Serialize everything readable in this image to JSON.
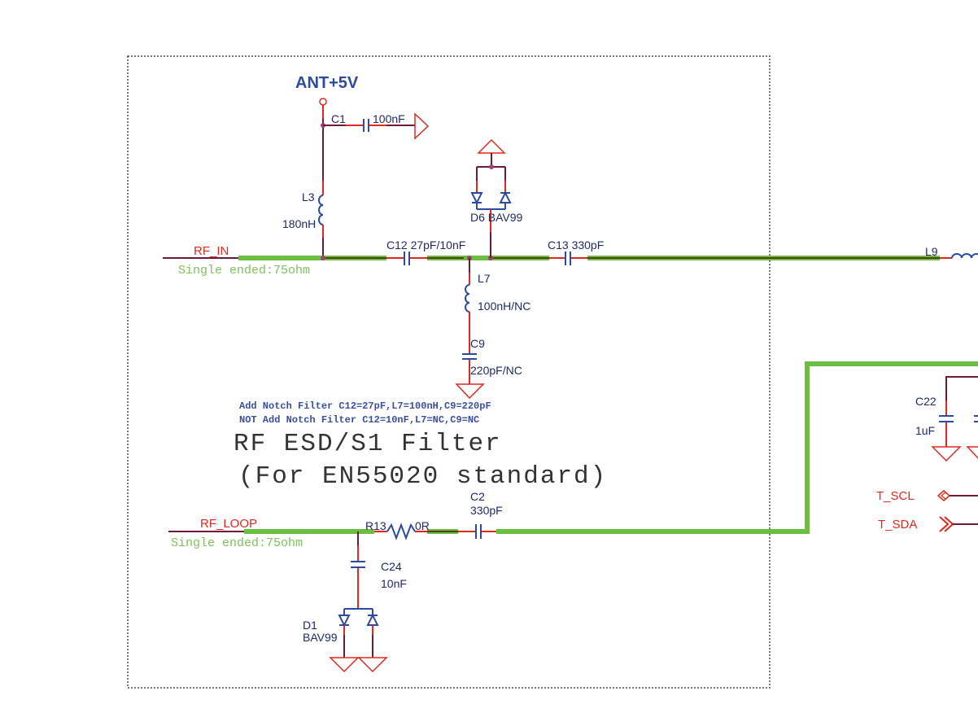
{
  "power": {
    "ant": "ANT+5V"
  },
  "components": {
    "c1": {
      "ref": "C1",
      "value": "100nF"
    },
    "l3": {
      "ref": "L3",
      "value": "180nH"
    },
    "c12": {
      "ref": "C12",
      "value": "27pF/10nF",
      "full": "C12 27pF/10nF"
    },
    "c13": {
      "full": "C13 330pF"
    },
    "d6": {
      "full": "D6 BAV99"
    },
    "l7": {
      "ref": "L7",
      "value": "100nH/NC"
    },
    "c9": {
      "ref": "C9",
      "value": "220pF/NC"
    },
    "l9": {
      "ref": "L9"
    },
    "c2": {
      "ref": "C2",
      "value": "330pF"
    },
    "r13": {
      "ref": "R13",
      "value": "0R"
    },
    "c24": {
      "ref": "C24",
      "value": "10nF"
    },
    "d1": {
      "ref": "D1",
      "value": "BAV99"
    },
    "c22": {
      "ref": "C22",
      "value": "1uF"
    }
  },
  "nets": {
    "rf_in": "RF_IN",
    "rf_loop": "RF_LOOP",
    "t_scl": "T_SCL",
    "t_sda": "T_SDA",
    "impedance": "Single ended:75ohm"
  },
  "notes": [
    "Add Notch Filter C12=27pF,L7=100nH,C9=220pF",
    "NOT Add Notch Filter C12=10nF,L7=NC,C9=NC"
  ],
  "title": {
    "line1": "RF ESD/S1 Filter",
    "line2": "(For EN55020 standard)"
  },
  "colors": {
    "wire": "#6b1a3a",
    "pin": "#e0281e",
    "trace": "#6abf40",
    "component": "#2b4aa0"
  }
}
